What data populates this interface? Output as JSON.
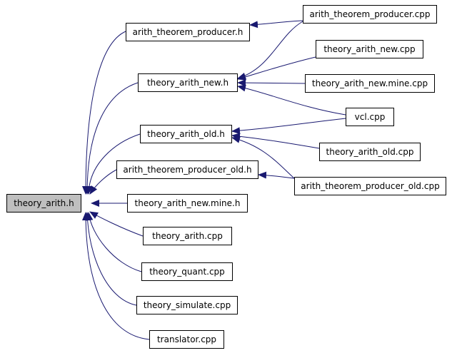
{
  "diagram": {
    "colors": {
      "edge": "#191970",
      "root_fill": "#bfbfbf",
      "node_fill": "#ffffff",
      "border": "#000000"
    },
    "nodes": {
      "theory_arith_h": "theory_arith.h",
      "arith_theorem_producer_h": "arith_theorem_producer.h",
      "theory_arith_new_h": "theory_arith_new.h",
      "theory_arith_old_h": "theory_arith_old.h",
      "arith_theorem_producer_old_h": "arith_theorem_producer_old.h",
      "theory_arith_new_mine_h": "theory_arith_new.mine.h",
      "theory_arith_cpp": "theory_arith.cpp",
      "theory_quant_cpp": "theory_quant.cpp",
      "theory_simulate_cpp": "theory_simulate.cpp",
      "translator_cpp": "translator.cpp",
      "arith_theorem_producer_cpp": "arith_theorem_producer.cpp",
      "theory_arith_new_cpp": "theory_arith_new.cpp",
      "theory_arith_new_mine_cpp": "theory_arith_new.mine.cpp",
      "vcl_cpp": "vcl.cpp",
      "theory_arith_old_cpp": "theory_arith_old.cpp",
      "arith_theorem_producer_old_cpp": "arith_theorem_producer_old.cpp"
    }
  }
}
